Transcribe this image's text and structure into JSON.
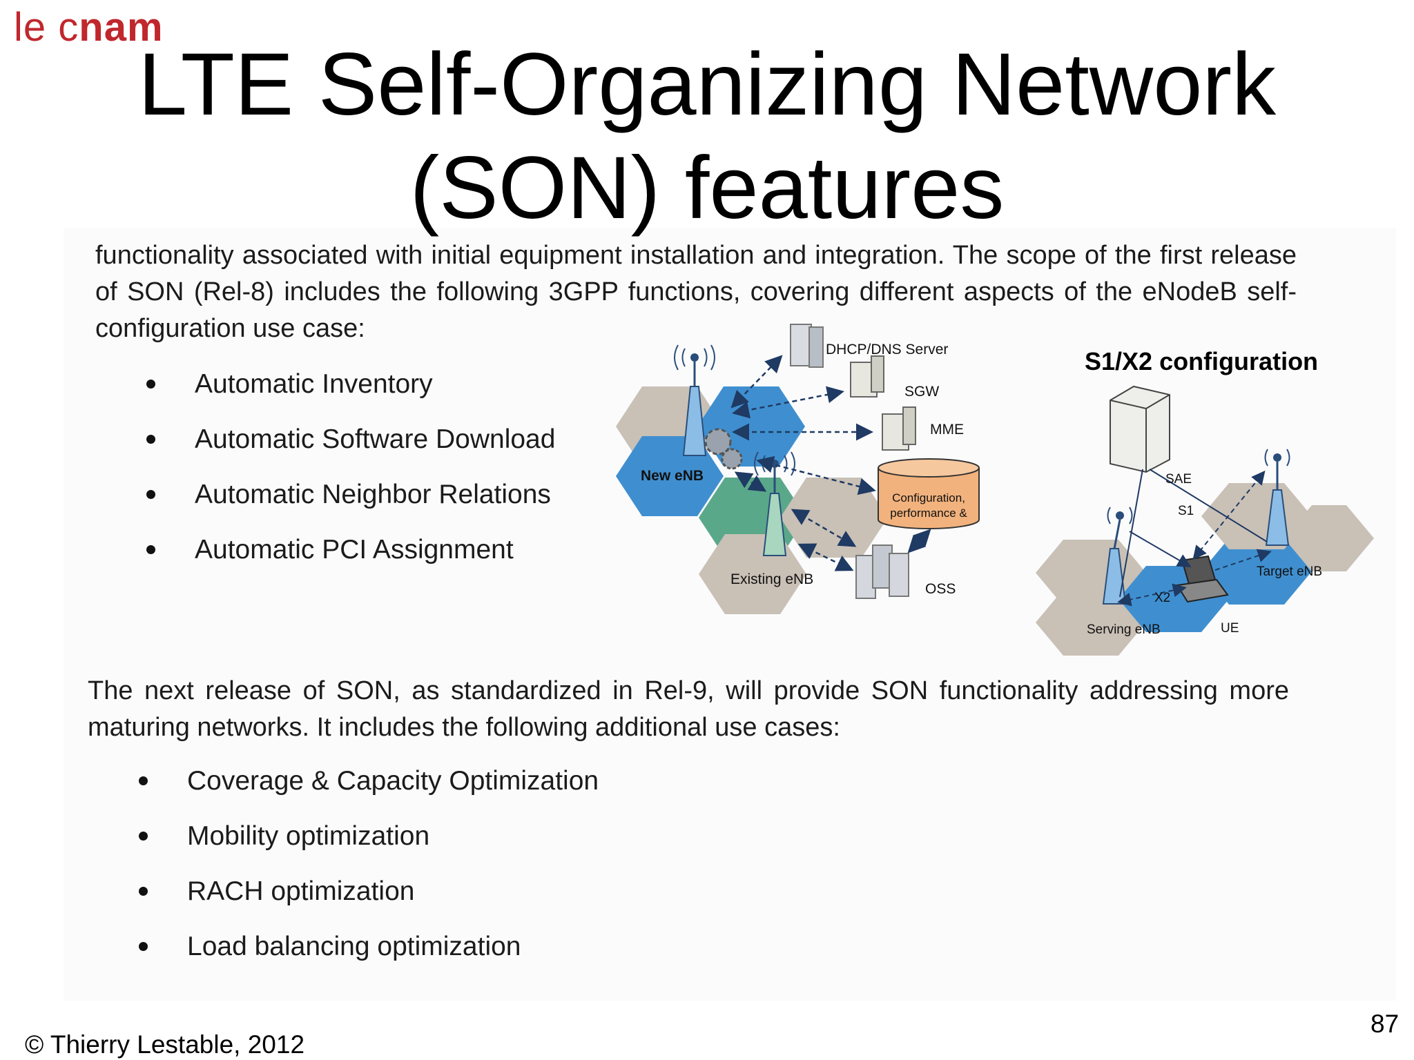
{
  "logo": {
    "part1": "le c",
    "part2": "nam"
  },
  "title": {
    "line1": "LTE Self-Organizing Network",
    "line2": "(SON) features"
  },
  "intro_paragraph": "functionality associated with initial equipment installation and integration. The scope of the first release of SON (Rel-8) includes the following 3GPP functions, covering different aspects of the eNodeB self-configuration use case:",
  "rel8_items": [
    "Automatic Inventory",
    "Automatic Software Download",
    "Automatic Neighbor Relations",
    "Automatic PCI Assignment"
  ],
  "figure_left": {
    "dhcp": "DHCP/DNS Server",
    "sgw": "SGW",
    "mme": "MME",
    "config_line1": "Configuration,",
    "config_line2": "performance &",
    "oss": "OSS",
    "new_enb": "New eNB",
    "existing_enb": "Existing eNB"
  },
  "figure_right": {
    "heading": "S1/X2 configuration",
    "sae": "SAE",
    "s1": "S1",
    "x2": "X2",
    "target_enb": "Target eNB",
    "serving_enb": "Serving eNB",
    "ue": "UE"
  },
  "rel9_paragraph": "The next release of SON, as standardized in Rel-9, will provide SON functionality addressing more maturing networks. It includes the following additional use cases:",
  "rel9_items": [
    "Coverage & Capacity Optimization",
    "Mobility optimization",
    "RACH optimization",
    "Load balancing optimization"
  ],
  "footer": {
    "copyright": "© Thierry Lestable, 2012",
    "page_number": "87"
  },
  "colors": {
    "logo": "#c0272d",
    "hex_blue": "#3f8fd0",
    "hex_green": "#5aa88a",
    "hex_gray": "#c9c0b6",
    "config_db": "#f2b27d"
  }
}
